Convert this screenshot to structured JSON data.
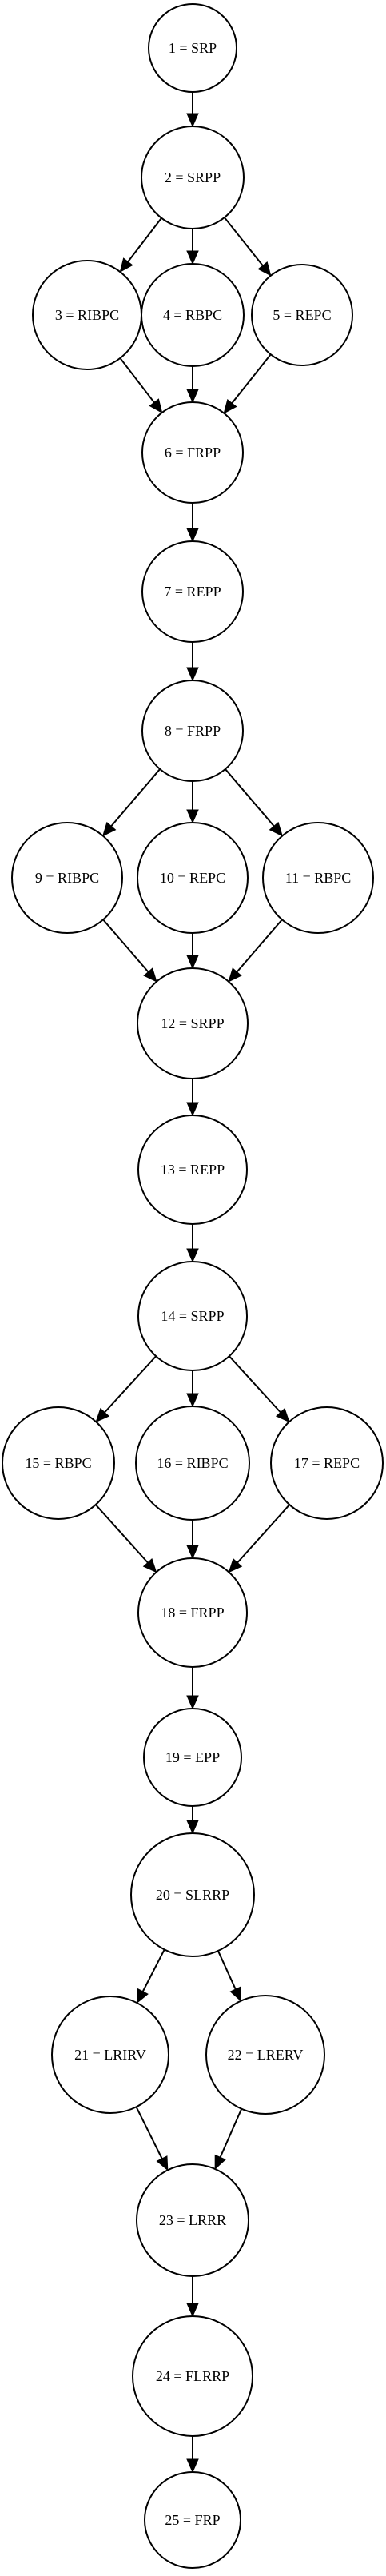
{
  "nodes": [
    {
      "id": "1",
      "label": "1 = SRP"
    },
    {
      "id": "2",
      "label": "2 = SRPP"
    },
    {
      "id": "3",
      "label": "3 = RIBPC"
    },
    {
      "id": "4",
      "label": "4 = RBPC"
    },
    {
      "id": "5",
      "label": "5 = REPC"
    },
    {
      "id": "6",
      "label": "6 = FRPP"
    },
    {
      "id": "7",
      "label": "7 = REPP"
    },
    {
      "id": "8",
      "label": "8 = FRPP"
    },
    {
      "id": "9",
      "label": "9 = RIBPC"
    },
    {
      "id": "10",
      "label": "10 = REPC"
    },
    {
      "id": "11",
      "label": "11 = RBPC"
    },
    {
      "id": "12",
      "label": "12 = SRPP"
    },
    {
      "id": "13",
      "label": "13 = REPP"
    },
    {
      "id": "14",
      "label": "14 = SRPP"
    },
    {
      "id": "15",
      "label": "15 = RBPC"
    },
    {
      "id": "16",
      "label": "16 = RIBPC"
    },
    {
      "id": "17",
      "label": "17 = REPC"
    },
    {
      "id": "18",
      "label": "18 = FRPP"
    },
    {
      "id": "19",
      "label": "19 = EPP"
    },
    {
      "id": "20",
      "label": "20 = SLRRP"
    },
    {
      "id": "21",
      "label": "21 = LRIRV"
    },
    {
      "id": "22",
      "label": "22 = LRERV"
    },
    {
      "id": "23",
      "label": "23 = LRRR"
    },
    {
      "id": "24",
      "label": "24 = FLRRP"
    },
    {
      "id": "25",
      "label": "25 = FRP"
    }
  ],
  "edges": [
    [
      "1",
      "2"
    ],
    [
      "2",
      "3"
    ],
    [
      "2",
      "4"
    ],
    [
      "2",
      "5"
    ],
    [
      "3",
      "6"
    ],
    [
      "4",
      "6"
    ],
    [
      "5",
      "6"
    ],
    [
      "6",
      "7"
    ],
    [
      "7",
      "8"
    ],
    [
      "8",
      "9"
    ],
    [
      "8",
      "10"
    ],
    [
      "8",
      "11"
    ],
    [
      "9",
      "12"
    ],
    [
      "10",
      "12"
    ],
    [
      "11",
      "12"
    ],
    [
      "12",
      "13"
    ],
    [
      "13",
      "14"
    ],
    [
      "14",
      "15"
    ],
    [
      "14",
      "16"
    ],
    [
      "14",
      "17"
    ],
    [
      "15",
      "18"
    ],
    [
      "16",
      "18"
    ],
    [
      "17",
      "18"
    ],
    [
      "18",
      "19"
    ],
    [
      "19",
      "20"
    ],
    [
      "20",
      "21"
    ],
    [
      "20",
      "22"
    ],
    [
      "21",
      "23"
    ],
    [
      "22",
      "23"
    ],
    [
      "23",
      "24"
    ],
    [
      "24",
      "25"
    ]
  ]
}
